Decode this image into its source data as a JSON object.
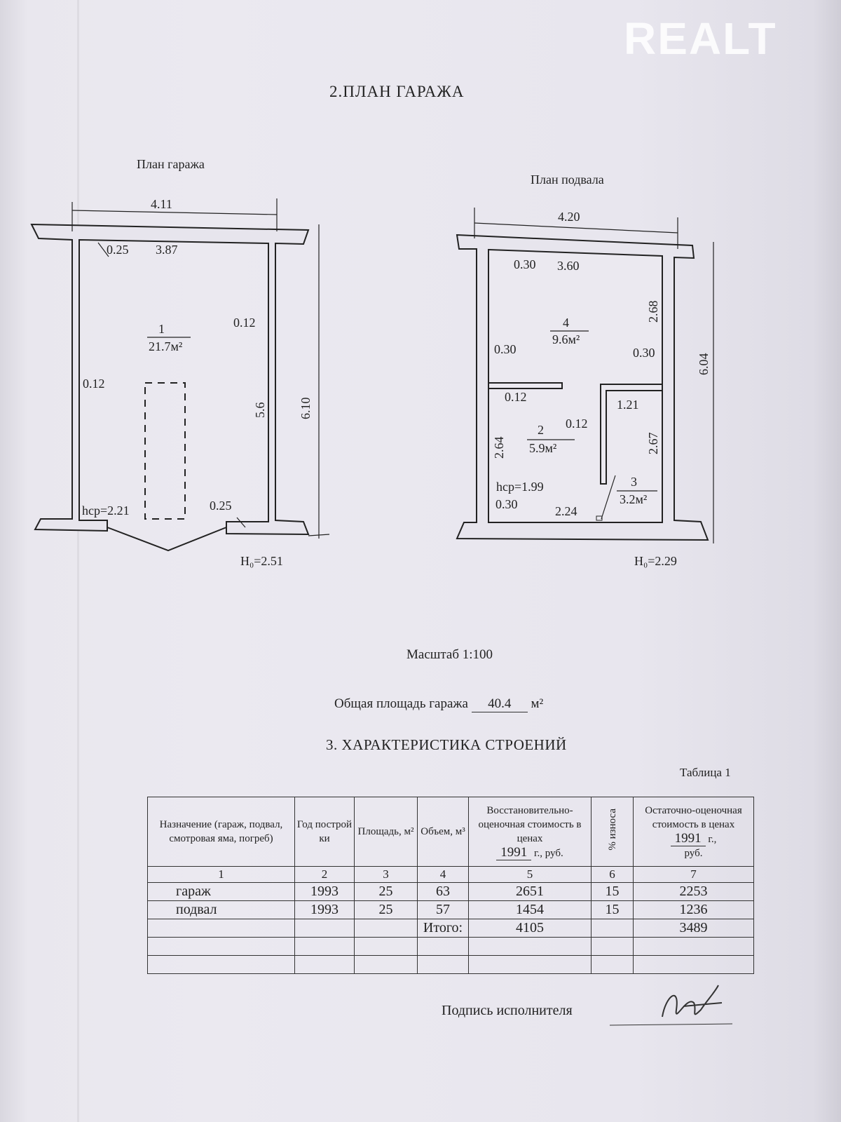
{
  "watermark": "REALT",
  "section2_title": "2.ПЛАН  ГАРАЖА",
  "garage_plan": {
    "title": "План гаража",
    "width_outer": "4.11",
    "wall_top": "0.25",
    "width_inner": "3.87",
    "wall_right": "0.12",
    "wall_left": "0.12",
    "room_number": "1",
    "room_area": "21.7м²",
    "length_inner": "5.6",
    "length_outer": "6.10",
    "avg_height": "hср=2.21",
    "wall_bottom": "0.25",
    "height": "H₀=2.51"
  },
  "basement_plan": {
    "title": "План подвала",
    "width_outer": "4.20",
    "wall_top": "0.30",
    "width_inner": "3.60",
    "room4_number": "4",
    "room4_area": "9.6м²",
    "room4_length": "2.68",
    "wall_left": "0.30",
    "wall_right": "0.30",
    "length_outer": "6.04",
    "partition1": "0.12",
    "partition2": "0.12",
    "room3_width": "1.21",
    "room2_number": "2",
    "room2_area": "5.9м²",
    "room2_length": "2.64",
    "room3_length": "2.67",
    "avg_height": "hср=1.99",
    "room3_number": "3",
    "room3_area": "3.2м²",
    "wall_bottom": "0.30",
    "room2_width": "2.24",
    "height": "H₀=2.29"
  },
  "scale": "Масштаб 1:100",
  "total_area_label": "Общая площадь гаража",
  "total_area_value": "40.4",
  "total_area_unit": "м²",
  "section3_title": "3. ХАРАКТЕРИСТИКА СТРОЕНИЙ",
  "table_caption": "Таблица 1",
  "table": {
    "headers": [
      "Назначение (гараж, подвал, смотровая яма, погреб)",
      "Год построй ки",
      "Площадь, м²",
      "Объем, м³",
      "Восстановительно-оценочная стоимость в ценах",
      "% износа",
      "Остаточно-оценочная стоимость в ценах"
    ],
    "h5_year": "1991",
    "h5_suffix": "г., руб.",
    "h7_year": "1991",
    "h7_suffix": "г.,",
    "h7_rub": "руб.",
    "col_numbers": [
      "1",
      "2",
      "3",
      "4",
      "5",
      "6",
      "7"
    ],
    "rows": [
      [
        "гараж",
        "1993",
        "25",
        "63",
        "2651",
        "15",
        "2253"
      ],
      [
        "подвал",
        "1993",
        "25",
        "57",
        "1454",
        "15",
        "1236"
      ]
    ],
    "total_label": "Итого:",
    "total_restoration": "4105",
    "total_residual": "3489"
  },
  "signature_label": "Подпись исполнителя"
}
